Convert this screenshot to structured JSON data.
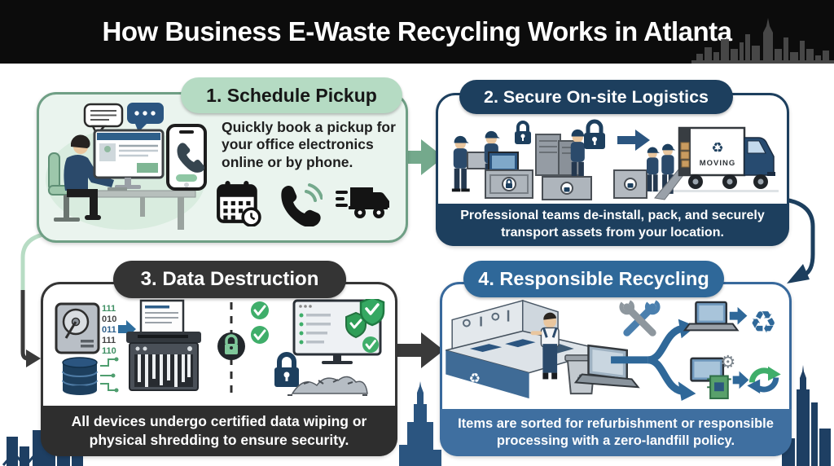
{
  "header": {
    "title": "How Business E-Waste Recycling Works in Atlanta"
  },
  "step1": {
    "title": "1. Schedule Pickup",
    "description_lines": [
      "Quickly book a pickup for",
      "your office electronics",
      "online or by phone."
    ]
  },
  "step2": {
    "title": "2. Secure On-site Logistics",
    "caption_lines": [
      "Professional teams de-install, pack, and securely",
      "transport assets from your location."
    ],
    "truck_label": "MOVING"
  },
  "step3": {
    "title": "3. Data Destruction",
    "caption_lines": [
      "All devices undergo certified data wiping or",
      "physical shredding to ensure security."
    ],
    "binary_lines": [
      "111",
      "010",
      "011",
      "111",
      "110"
    ]
  },
  "step4": {
    "title": "4. Responsible Recycling",
    "caption_lines": [
      "Items are sorted for refurbishment or responsible",
      "processing with a zero-landfill policy."
    ]
  },
  "icons": {
    "recycle": "♻",
    "gear": "⚙"
  },
  "colors": {
    "header_bg": "#0c0c0c",
    "header_skyline": "#474747",
    "step1_border": "#6f9f85",
    "step1_pill": "#b5dbc3",
    "step1_bg": "#eaf4ee",
    "step2_navy": "#1d3f5e",
    "step3_charcoal": "#343434",
    "step4_blue": "#2f6899",
    "arrow_green": "#74a98c",
    "arrow_dark": "#3a3a3a",
    "skyline_navy": "#1e3f63",
    "skyline_mid_blue": "#2b5580",
    "check_green": "#3fae6a",
    "shield_green": "#2f9e57"
  }
}
